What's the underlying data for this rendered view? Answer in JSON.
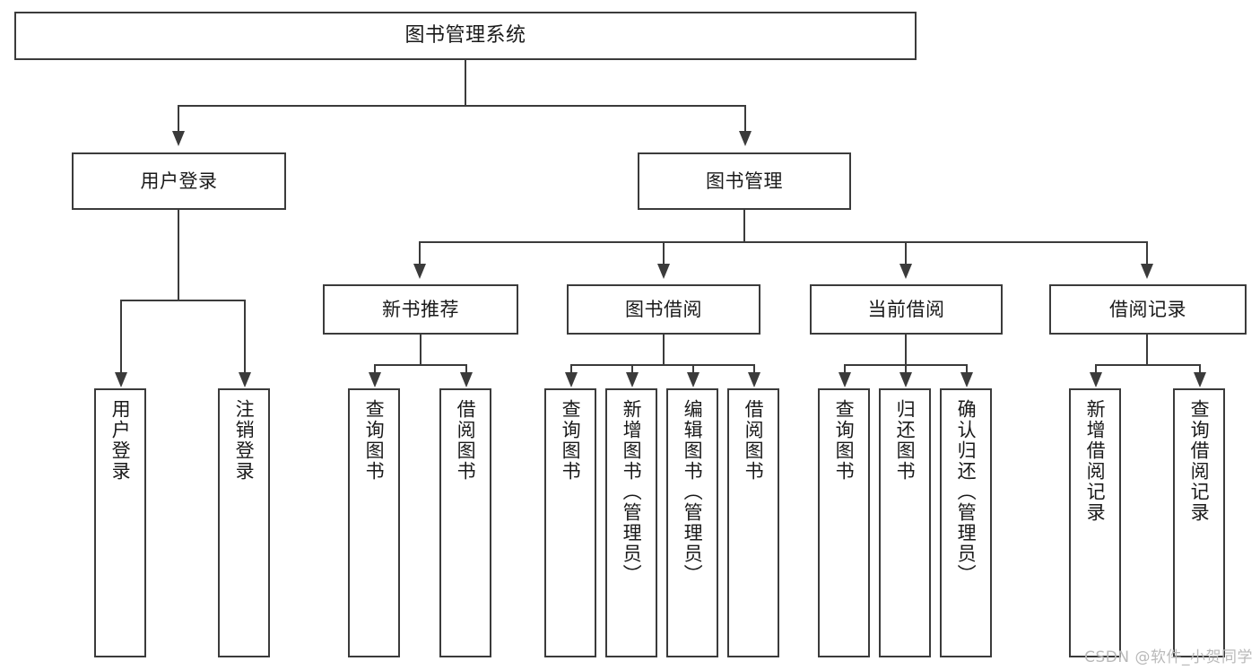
{
  "diagram": {
    "type": "tree-hierarchy",
    "title": "图书管理系统",
    "watermark": "CSDN @软件_小贺同学",
    "colors": {
      "stroke": "#3b3b3b",
      "fill": "#ffffff",
      "text": "#1a1a1a",
      "watermark": "#b9b9b9"
    },
    "nodes": {
      "root": {
        "label": "图书管理系统"
      },
      "level2": [
        {
          "label": "用户登录"
        },
        {
          "label": "图书管理"
        }
      ],
      "level3": [
        {
          "label": "新书推荐"
        },
        {
          "label": "图书借阅"
        },
        {
          "label": "当前借阅"
        },
        {
          "label": "借阅记录"
        }
      ],
      "leaves": {
        "user_login": [
          {
            "label": "用户登录"
          },
          {
            "label": "注销登录"
          }
        ],
        "new_book_recommend": [
          {
            "label": "查询图书"
          },
          {
            "label": "借阅图书"
          }
        ],
        "book_borrow": [
          {
            "label": "查询图书"
          },
          {
            "label": "新增图书（管理员）"
          },
          {
            "label": "编辑图书（管理员）"
          },
          {
            "label": "借阅图书"
          }
        ],
        "current_borrow": [
          {
            "label": "查询图书"
          },
          {
            "label": "归还图书"
          },
          {
            "label": "确认归还（管理员）"
          }
        ],
        "borrow_record": [
          {
            "label": "新增借阅记录"
          },
          {
            "label": "查询借阅记录"
          }
        ]
      }
    }
  }
}
